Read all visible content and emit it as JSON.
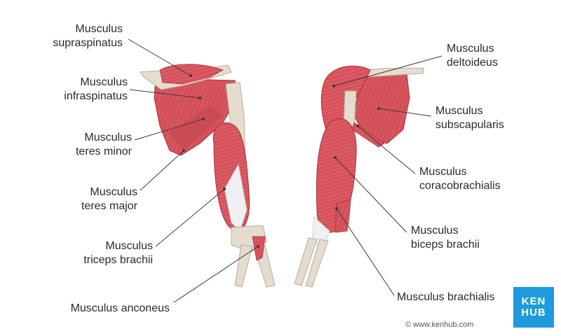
{
  "labels_left": [
    {
      "id": "supraspinatus",
      "line1": "Musculus",
      "line2": "supraspinatus"
    },
    {
      "id": "infraspinatus",
      "line1": "Musculus",
      "line2": "infraspinatus"
    },
    {
      "id": "teres-minor",
      "line1": "Musculus",
      "line2": "teres minor"
    },
    {
      "id": "teres-major",
      "line1": "Musculus",
      "line2": "teres major"
    },
    {
      "id": "triceps",
      "line1": "Musculus",
      "line2": "triceps brachii"
    },
    {
      "id": "anconeus",
      "line1": "Musculus anconeus"
    }
  ],
  "labels_right": [
    {
      "id": "deltoideus",
      "line1": "Musculus",
      "line2": "deltoideus"
    },
    {
      "id": "subscapularis",
      "line1": "Musculus",
      "line2": "subscapularis"
    },
    {
      "id": "coracobrachialis",
      "line1": "Musculus",
      "line2": "coracobrachialis"
    },
    {
      "id": "biceps",
      "line1": "Musculus",
      "line2": "biceps brachii"
    },
    {
      "id": "brachialis",
      "line1": "Musculus brachialis"
    }
  ],
  "logo": {
    "line1": "KEN",
    "line2": "HUB",
    "color": "#1e9bdc"
  },
  "copyright": "© www.kenhub.com",
  "colors": {
    "muscle": "#d9535b",
    "muscle_dark": "#b8343d",
    "bone": "#e8e2d6",
    "tendon": "#eef0f4",
    "line": "#3a3a3a"
  }
}
